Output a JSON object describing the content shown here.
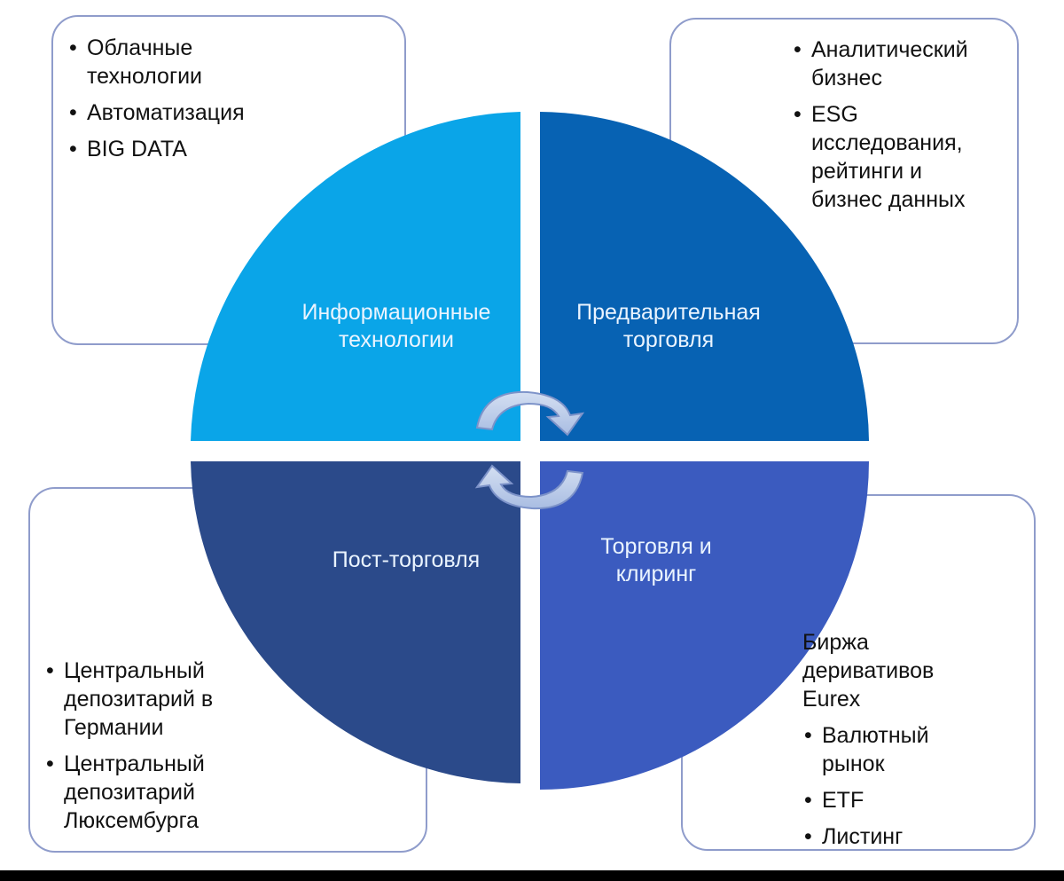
{
  "colors": {
    "quadrant_top_left": "#0aa5e8",
    "quadrant_top_right": "#0762b3",
    "quadrant_bottom_left": "#2b4a8a",
    "quadrant_bottom_right": "#3b5bbf",
    "card_border": "#8f9ccb",
    "arrow_fill": "#b7c8e6",
    "arrow_stroke": "#7d93c9"
  },
  "quadrants": {
    "top_left": {
      "line1": "Информационные",
      "line2": "технологии"
    },
    "top_right": {
      "line1": "Предварительная",
      "line2": "торговля"
    },
    "bottom_left": {
      "line1": "Пост-торговля"
    },
    "bottom_right": {
      "line1": "Торговля и",
      "line2": "клиринг"
    }
  },
  "boxes": {
    "top_left": {
      "items": [
        {
          "lines": [
            "Облачные",
            "технологии"
          ]
        },
        {
          "lines": [
            "Автоматизация"
          ]
        },
        {
          "lines": [
            "BIG DATA"
          ]
        }
      ]
    },
    "top_right": {
      "items": [
        {
          "lines": [
            "Аналитический",
            "бизнес"
          ]
        },
        {
          "lines": [
            "ESG",
            "исследования,",
            "рейтинги и",
            "бизнес данных"
          ]
        }
      ]
    },
    "bottom_left": {
      "items": [
        {
          "lines": [
            "Центральный",
            "депозитарий в",
            "Германии"
          ]
        },
        {
          "lines": [
            "Центральный",
            "депозитарий",
            "Люксембурга"
          ]
        }
      ]
    },
    "bottom_right": {
      "items": [
        {
          "lines": [
            "Биржа",
            "деривативов",
            "Eurex"
          ],
          "bullet": false
        },
        {
          "lines": [
            "Валютный",
            "рынок"
          ]
        },
        {
          "lines": [
            "ETF"
          ]
        },
        {
          "lines": [
            "Листинг"
          ]
        }
      ]
    }
  },
  "icons": {
    "top_arrow": "clockwise-arc-arrow-icon",
    "bottom_arrow": "clockwise-arc-arrow-icon"
  }
}
